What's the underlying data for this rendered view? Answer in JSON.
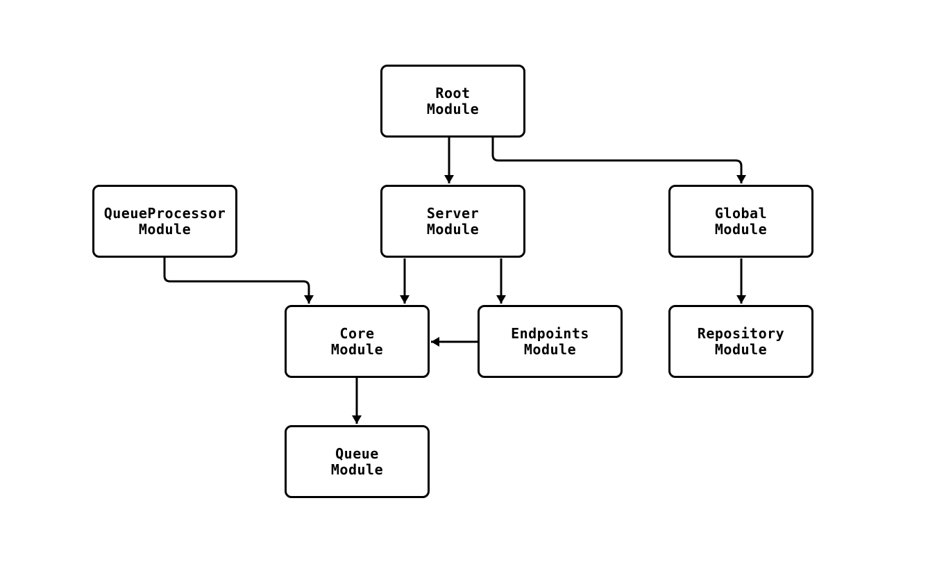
{
  "diagram": {
    "type": "flowchart",
    "colors": {
      "background": "#ffffff",
      "node_fill": "#ffffff",
      "node_stroke": "#000000",
      "edge_stroke": "#000000",
      "text": "#000000"
    },
    "nodes": {
      "root": {
        "label": "Root\nModule"
      },
      "queueprocessor": {
        "label": "QueueProcessor\nModule"
      },
      "server": {
        "label": "Server\nModule"
      },
      "global": {
        "label": "Global\nModule"
      },
      "core": {
        "label": "Core\nModule"
      },
      "endpoints": {
        "label": "Endpoints\nModule"
      },
      "repository": {
        "label": "Repository\nModule"
      },
      "queue": {
        "label": "Queue\nModule"
      }
    },
    "edges": [
      {
        "from": "Root Module",
        "to": "Server Module"
      },
      {
        "from": "Root Module",
        "to": "Global Module"
      },
      {
        "from": "QueueProcessor Module",
        "to": "Core Module"
      },
      {
        "from": "Server Module",
        "to": "Core Module"
      },
      {
        "from": "Server Module",
        "to": "Endpoints Module"
      },
      {
        "from": "Endpoints Module",
        "to": "Core Module"
      },
      {
        "from": "Global Module",
        "to": "Repository Module"
      },
      {
        "from": "Core Module",
        "to": "Queue Module"
      }
    ]
  }
}
